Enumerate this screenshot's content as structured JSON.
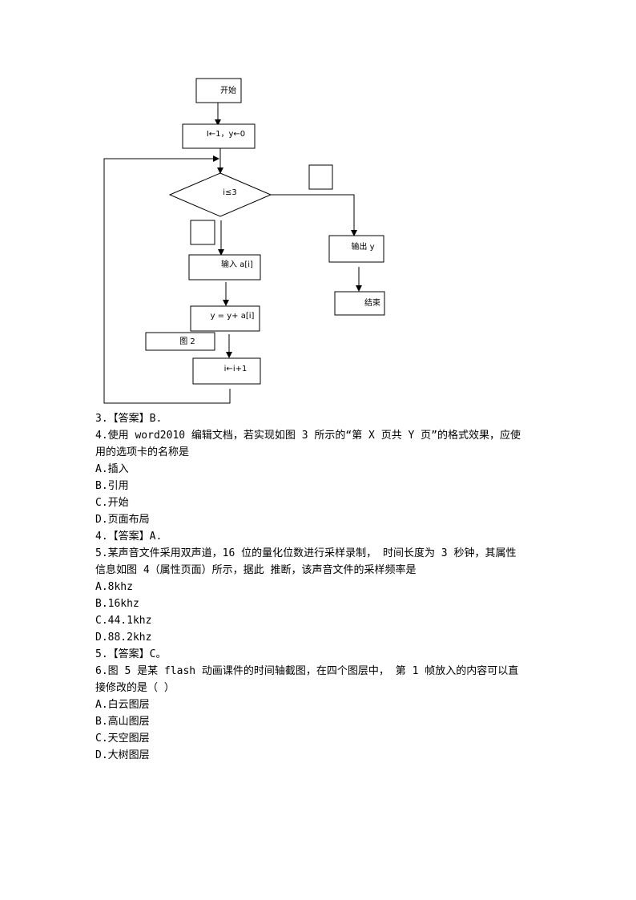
{
  "flowchart": {
    "start_label": "开始",
    "init_label": "I←1，y←0",
    "condition_label": "i≤3",
    "input_label": "输入 a[i]",
    "sum_label": "y = y+ a[i]",
    "figure_caption": "图 2",
    "increment_label": "i←i+1",
    "output_label": "输出 y",
    "end_label": "结束"
  },
  "lines": [
    "3.【答案】B.",
    "4.使用 word2010 编辑文档，若实现如图 3 所示的“第 X 页共 Y 页”的格式效果，应使",
    "用的选项卡的名称是",
    "A.插入",
    "B.引用",
    "C.开始",
    "D.页面布局",
    "4.【答案】A.",
    "5.某声音文件采用双声道，16 位的量化位数进行采样录制， 时间长度为 3 秒钟，其属性",
    "信息如图 4（属性页面）所示，据此 推断，该声音文件的采样频率是",
    "A.8khz",
    "B.16khz",
    "C.44.1khz",
    "D.88.2khz",
    "5.【答案】C。",
    "6.图 5 是某 flash 动画课件的时间轴截图，在四个图层中， 第 1 帧放入的内容可以直",
    "接修改的是（ ）",
    "A.白云图层",
    "B.高山图层",
    "C.天空图层",
    "D.大树图层"
  ]
}
